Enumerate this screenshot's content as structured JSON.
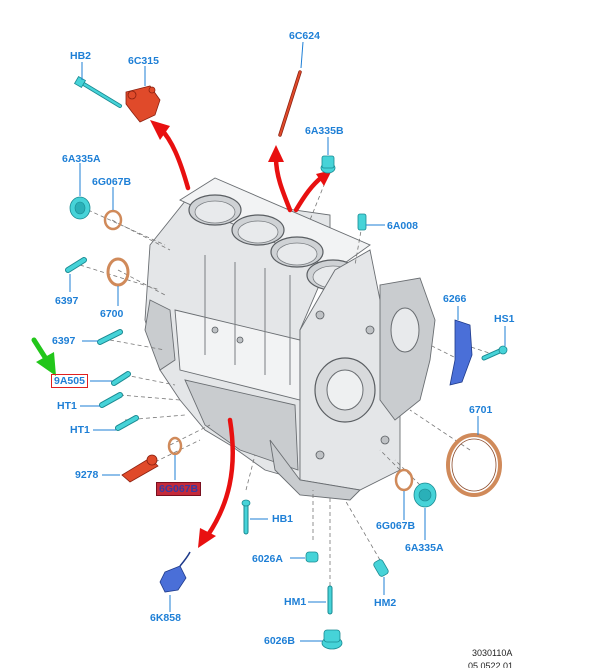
{
  "labels": {
    "hb2": "HB2",
    "6c315": "6C315",
    "6c624": "6C624",
    "6a335b": "6A335B",
    "6a335a_top": "6A335A",
    "6g067b_top": "6G067B",
    "6a008": "6A008",
    "6397_a": "6397",
    "6700": "6700",
    "6266": "6266",
    "hs1": "HS1",
    "6397_b": "6397",
    "9a505": "9A505",
    "ht1_a": "HT1",
    "ht1_b": "HT1",
    "6701": "6701",
    "9278": "9278",
    "6g067b_bottom": "6G067B",
    "6a335a_bottom": "6A335A",
    "hb1": "HB1",
    "6026a": "6026A",
    "hm2": "HM2",
    "6k858": "6K858",
    "hm1": "HM1",
    "6026b": "6026B"
  },
  "footer": {
    "ref": "3030110A",
    "date": "05.0522.01"
  },
  "colors": {
    "label": "#1e7fd6",
    "highlight_box": "#e02020",
    "pointer_arrow": "#22c61a",
    "flow_arrows": "#e81010",
    "fastener": "#46d3d8",
    "sensor": "#e04a2a",
    "seal": "#d08a5a"
  }
}
